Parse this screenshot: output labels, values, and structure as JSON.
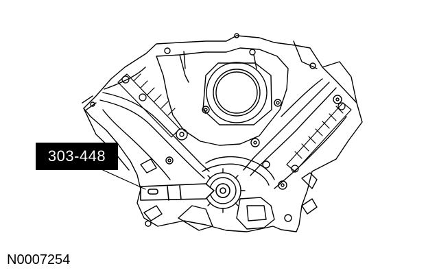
{
  "diagram": {
    "callout_label": "303-448",
    "figure_id": "N0007254",
    "colors": {
      "line": "#000000",
      "background": "#ffffff",
      "callout_bg": "#000000",
      "callout_text": "#ffffff"
    },
    "parts": [
      "engine-block-outline",
      "cylinder-bore",
      "timing-chain-left",
      "timing-chain-right",
      "chain-tensioner-left",
      "chain-tensioner-right",
      "crankshaft-sprocket",
      "special-tool-holding-bar"
    ]
  }
}
